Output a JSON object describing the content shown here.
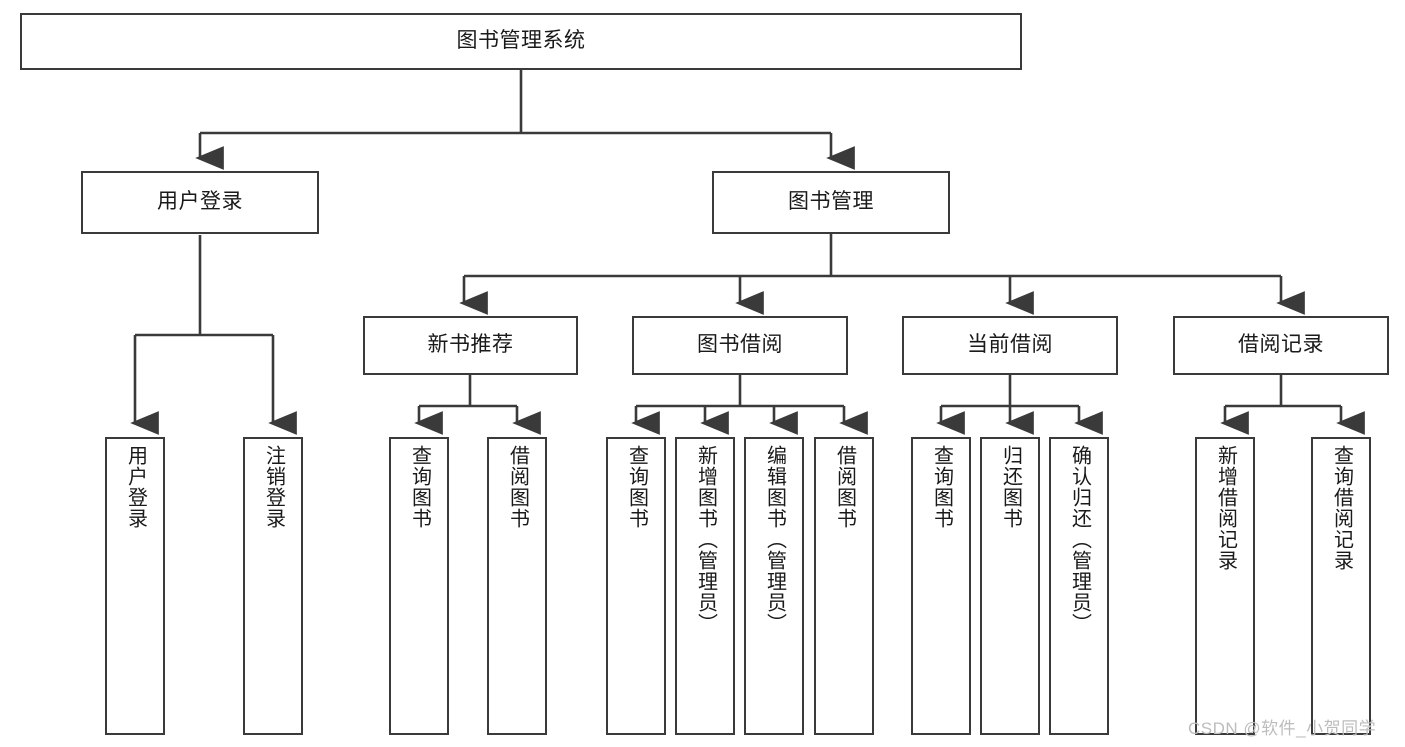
{
  "diagram": {
    "type": "tree-hierarchy-flowchart",
    "title": "图书管理系统",
    "stroke_color": "#3a3a3a",
    "fill_color": "#ffffff",
    "text_color": "#1a1a1a",
    "levels": [
      {
        "level": 1,
        "nodes": [
          {
            "id": "root",
            "label": "图书管理系统"
          }
        ]
      },
      {
        "level": 2,
        "nodes": [
          {
            "id": "l2-1",
            "label": "用户登录",
            "parent": "root"
          },
          {
            "id": "l2-2",
            "label": "图书管理",
            "parent": "root"
          }
        ]
      },
      {
        "level": 3,
        "nodes": [
          {
            "id": "l3-1",
            "label": "新书推荐",
            "parent": "l2-2"
          },
          {
            "id": "l3-2",
            "label": "图书借阅",
            "parent": "l2-2"
          },
          {
            "id": "l3-3",
            "label": "当前借阅",
            "parent": "l2-2"
          },
          {
            "id": "l3-4",
            "label": "借阅记录",
            "parent": "l2-2"
          }
        ]
      },
      {
        "level": 4,
        "nodes": [
          {
            "id": "leaf-1",
            "label": "用户登录",
            "parent": "l2-1"
          },
          {
            "id": "leaf-2",
            "label": "注销登录",
            "parent": "l2-1"
          },
          {
            "id": "leaf-3",
            "label": "查询图书",
            "parent": "l3-1"
          },
          {
            "id": "leaf-4",
            "label": "借阅图书",
            "parent": "l3-1"
          },
          {
            "id": "leaf-5",
            "label": "查询图书",
            "parent": "l3-2"
          },
          {
            "id": "leaf-6",
            "label": "新增图书（管理员）",
            "parent": "l3-2"
          },
          {
            "id": "leaf-7",
            "label": "编辑图书（管理员）",
            "parent": "l3-2"
          },
          {
            "id": "leaf-8",
            "label": "借阅图书",
            "parent": "l3-2"
          },
          {
            "id": "leaf-9",
            "label": "查询图书",
            "parent": "l3-3"
          },
          {
            "id": "leaf-10",
            "label": "归还图书",
            "parent": "l3-3"
          },
          {
            "id": "leaf-11",
            "label": "确认归还（管理员）",
            "parent": "l3-3"
          },
          {
            "id": "leaf-12",
            "label": "新增借阅记录",
            "parent": "l3-4"
          },
          {
            "id": "leaf-13",
            "label": "查询借阅记录",
            "parent": "l3-4"
          }
        ]
      }
    ]
  },
  "watermark": {
    "text": "CSDN @软件_小贺同学"
  }
}
